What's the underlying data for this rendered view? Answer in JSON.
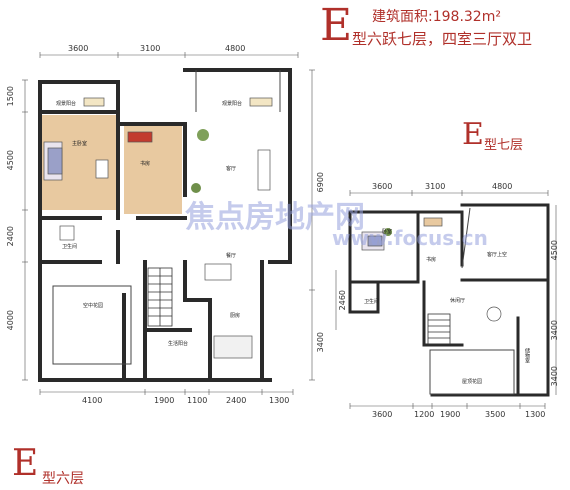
{
  "header": {
    "type_letter": "E",
    "area_label": "建筑面积:198.32m²",
    "type_desc": "型六跃七层，四室三厅双卫"
  },
  "floor7": {
    "letter": "E",
    "label": "型七层"
  },
  "floor6": {
    "letter": "E",
    "label": "型六层"
  },
  "dims6": {
    "top": [
      "3600",
      "3100",
      "4800"
    ],
    "bottom": [
      "4100",
      "1900",
      "1100",
      "2400",
      "1300"
    ],
    "left": [
      "1500",
      "4500",
      "2400",
      "4000"
    ],
    "right": [
      "6900",
      "3400"
    ]
  },
  "dims7": {
    "top": [
      "3600",
      "3100",
      "4800"
    ],
    "bottom": [
      "3600",
      "1200",
      "1900",
      "3500",
      "1300"
    ],
    "left": [
      "2460"
    ],
    "right": [
      "4500",
      "3400",
      "3400"
    ]
  },
  "rooms6": {
    "balcony_left": "观景阳台",
    "balcony_right": "观景阳台",
    "master_bed": "主卧室",
    "study": "书房",
    "living": "客厅",
    "bath": "卫生间",
    "dining": "餐厅",
    "sky_garden": "空中花园",
    "kitchen": "厨房",
    "service_balcony": "生活阳台"
  },
  "rooms7": {
    "bedroom": "卧室",
    "study": "书房",
    "living_void": "客厅上空",
    "bath": "卫生间",
    "leisure": "休闲厅",
    "storage": "储物室",
    "roof_garden": "屋顶花园"
  },
  "watermark": {
    "brand": "焦点房地产网",
    "url": "www.focus.cn"
  },
  "colors": {
    "accent": "#b0302a",
    "wall": "#2a2a2a",
    "floor_wood": "#e8c9a0"
  }
}
